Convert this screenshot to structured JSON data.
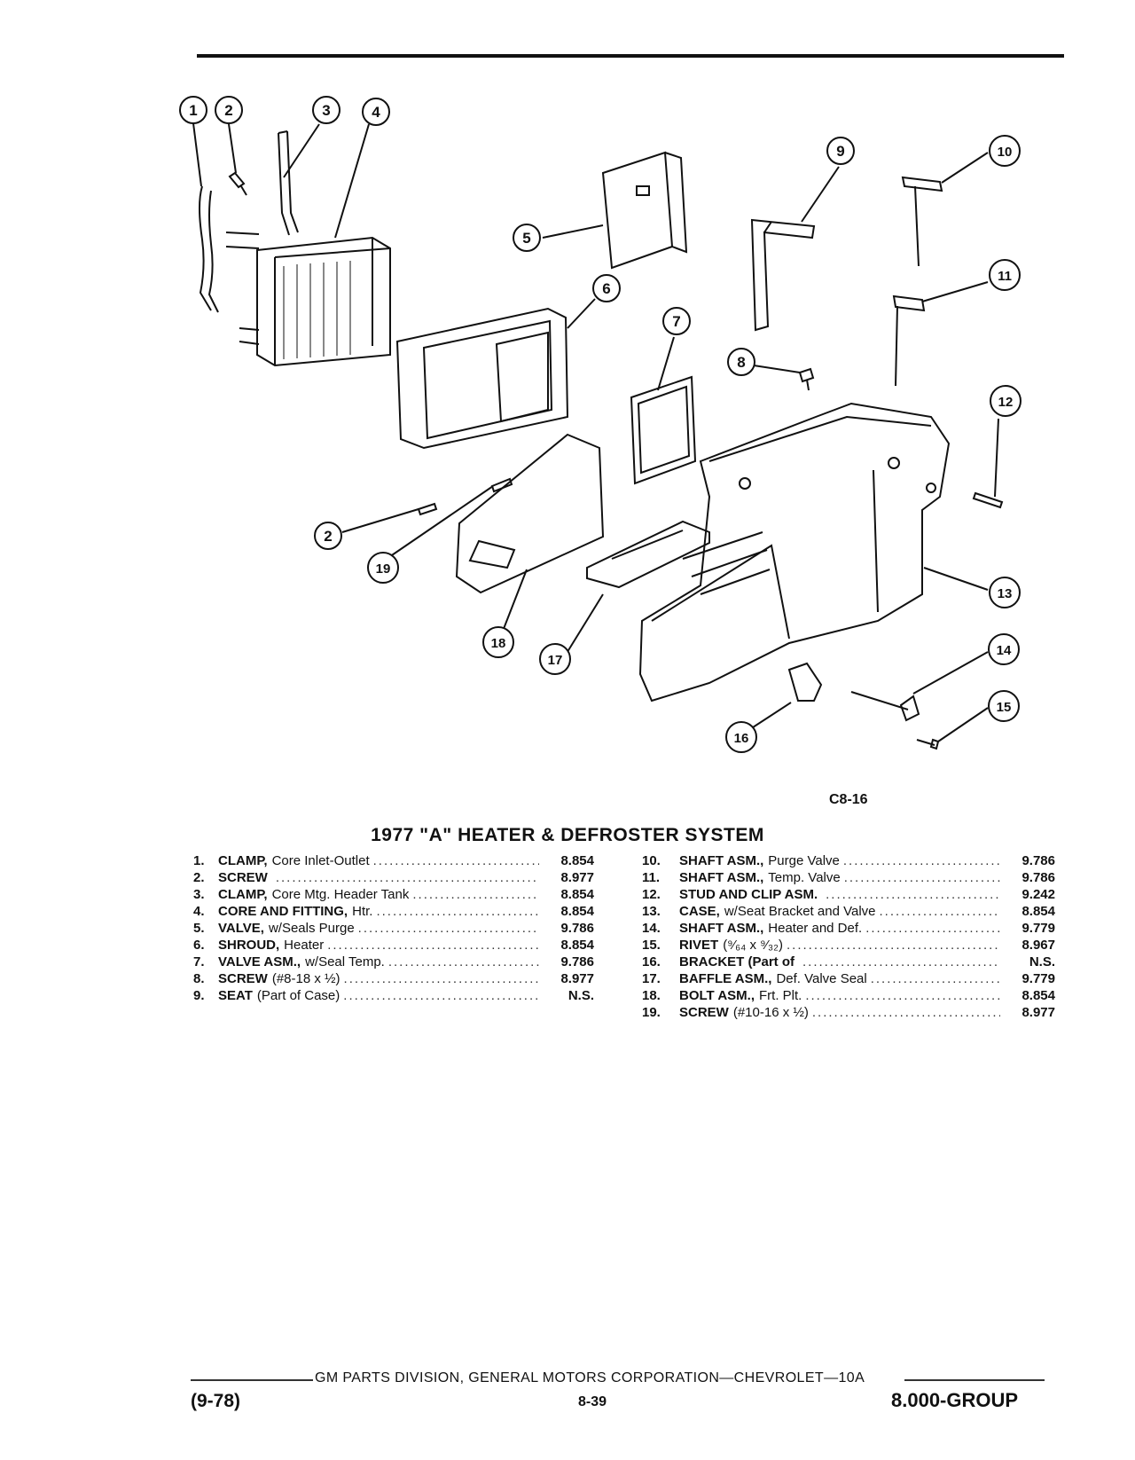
{
  "figure": {
    "code": "C8-16",
    "callouts": [
      "1",
      "2",
      "3",
      "4",
      "5",
      "6",
      "7",
      "8",
      "9",
      "10",
      "11",
      "12",
      "13",
      "14",
      "15",
      "16",
      "17",
      "18",
      "19",
      "2"
    ]
  },
  "title": "1977 \"A\" HEATER & DEFROSTER SYSTEM",
  "parts_left": [
    {
      "num": "1.",
      "name": "CLAMP,",
      "desc": "Core Inlet-Outlet",
      "code": "8.854"
    },
    {
      "num": "2.",
      "name": "SCREW",
      "desc": "",
      "code": "8.977"
    },
    {
      "num": "3.",
      "name": "CLAMP,",
      "desc": "Core Mtg. Header Tank",
      "code": "8.854"
    },
    {
      "num": "4.",
      "name": "CORE AND FITTING,",
      "desc": "Htr.",
      "code": "8.854"
    },
    {
      "num": "5.",
      "name": "VALVE,",
      "desc": "w/Seals Purge",
      "code": "9.786"
    },
    {
      "num": "6.",
      "name": "SHROUD,",
      "desc": "Heater",
      "code": "8.854"
    },
    {
      "num": "7.",
      "name": "VALVE ASM.,",
      "desc": "w/Seal Temp.",
      "code": "9.786"
    },
    {
      "num": "8.",
      "name": "SCREW",
      "desc": "(#8-18 x ½)",
      "code": "8.977"
    },
    {
      "num": "9.",
      "name": "SEAT",
      "desc": "(Part of Case)",
      "code": "N.S."
    }
  ],
  "parts_right": [
    {
      "num": "10.",
      "name": "SHAFT ASM.,",
      "desc": "Purge Valve",
      "code": "9.786"
    },
    {
      "num": "11.",
      "name": "SHAFT ASM.,",
      "desc": "Temp. Valve",
      "code": "9.786"
    },
    {
      "num": "12.",
      "name": "STUD AND CLIP ASM.",
      "desc": "",
      "code": "9.242"
    },
    {
      "num": "13.",
      "name": "CASE,",
      "desc": "w/Seat Bracket and Valve",
      "code": "8.854"
    },
    {
      "num": "14.",
      "name": "SHAFT ASM.,",
      "desc": "Heater and Def.",
      "code": "9.779"
    },
    {
      "num": "15.",
      "name": "RIVET",
      "desc": "(⁹⁄₆₄ x ⁹⁄₃₂)",
      "code": "8.967"
    },
    {
      "num": "16.",
      "name": "BRACKET (Part of",
      "desc": "",
      "code": "N.S."
    },
    {
      "num": "17.",
      "name": "BAFFLE ASM.,",
      "desc": "Def. Valve Seal",
      "code": "9.779"
    },
    {
      "num": "18.",
      "name": "BOLT ASM.,",
      "desc": "Frt. Plt.",
      "code": "8.854"
    },
    {
      "num": "19.",
      "name": "SCREW",
      "desc": "(#10-16 x ½)",
      "code": "8.977"
    }
  ],
  "footer": {
    "corporation": "GM PARTS DIVISION, GENERAL MOTORS CORPORATION—CHEVROLET—10A",
    "date": "(9-78)",
    "page": "8-39",
    "group": "8.000-GROUP"
  }
}
